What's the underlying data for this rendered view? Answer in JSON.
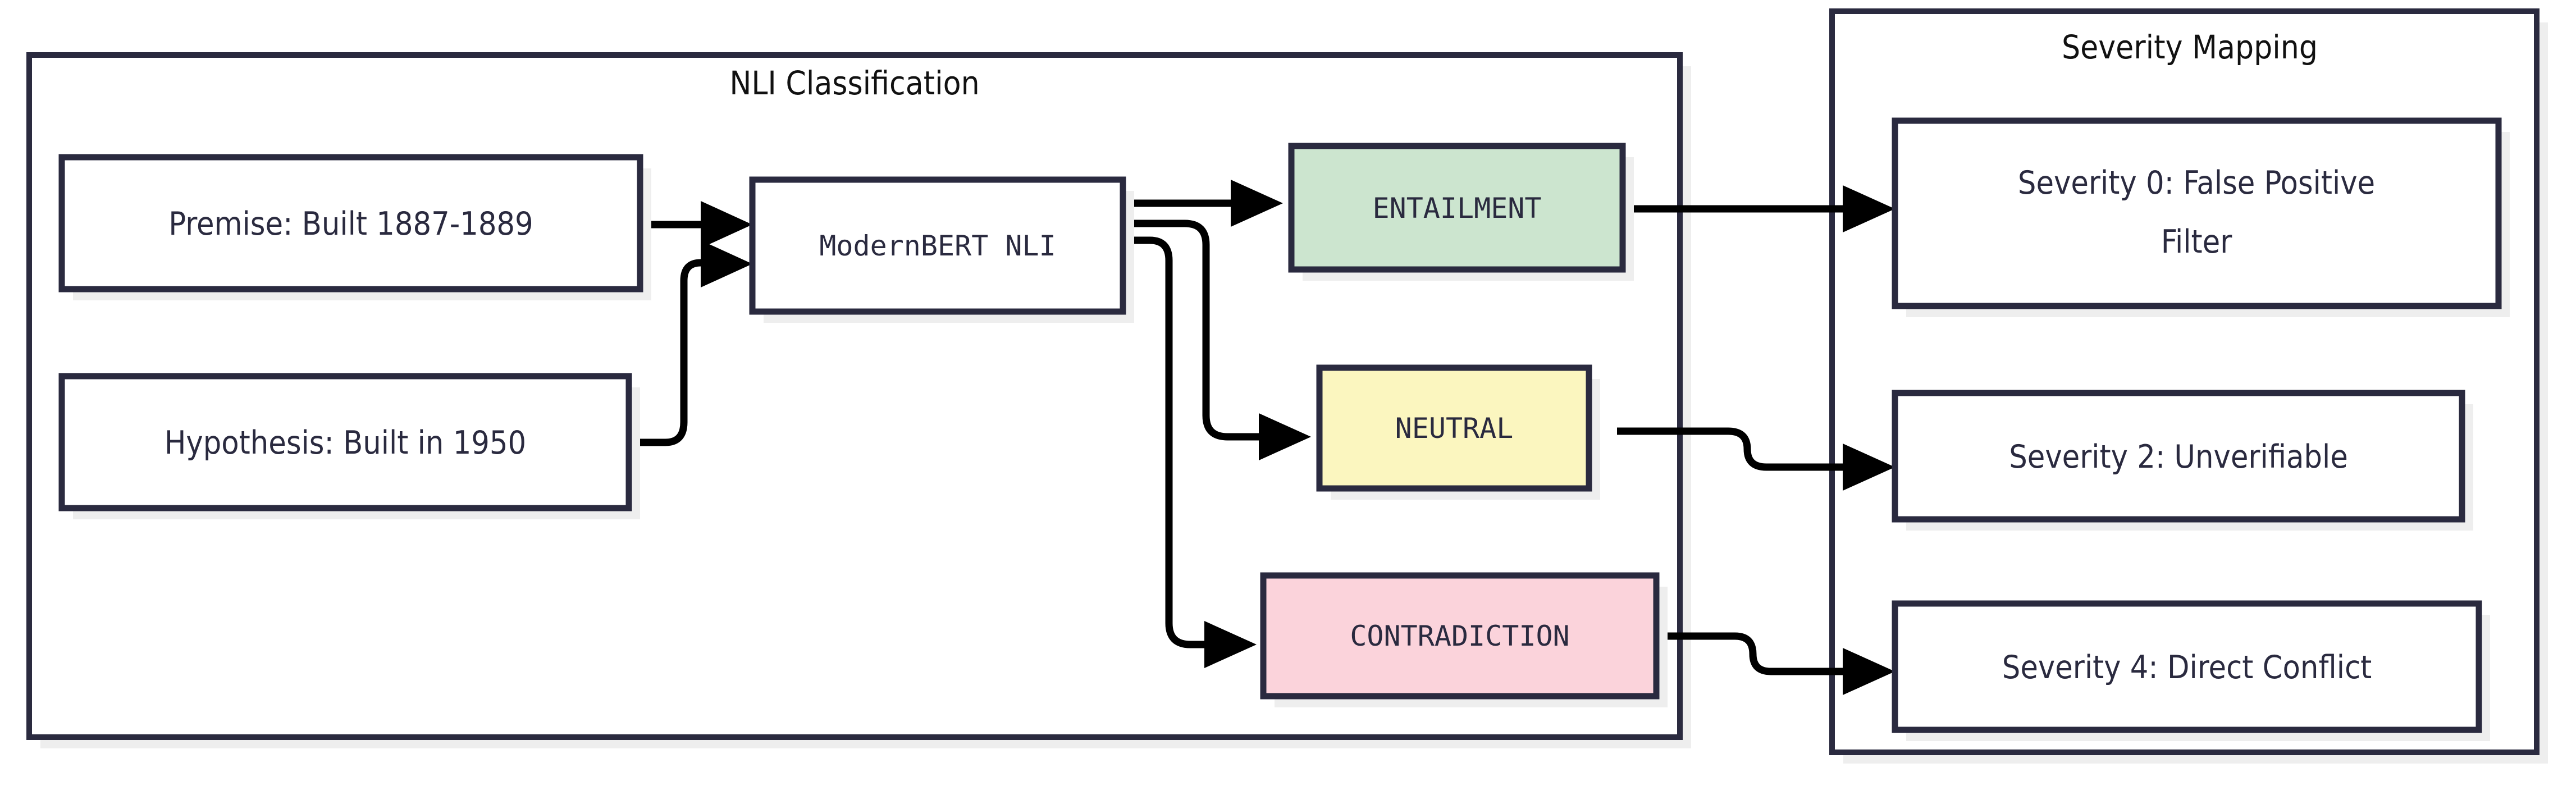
{
  "diagram": {
    "type": "flowchart",
    "direction": "left-to-right",
    "title": null,
    "background": "#ffffff",
    "border_color": "#2a2a3f",
    "shadow_color": "#eeeeee",
    "edge_color": "#000000"
  },
  "subgraphs": [
    {
      "id": "nli",
      "title": "NLI Classification",
      "fill": "#ffffff",
      "stroke": "#2a2a3f"
    },
    {
      "id": "severity",
      "title": "Severity Mapping",
      "fill": "#ffffff",
      "stroke": "#2a2a3f"
    }
  ],
  "nodes": [
    {
      "id": "premise",
      "label": "Premise: Built 1887-1889",
      "subgraph": "nli",
      "fill": "#ffffff",
      "text_color": "#2a2a3f",
      "font": "condensed"
    },
    {
      "id": "hypothesis",
      "label": "Hypothesis: Built in 1950",
      "subgraph": "nli",
      "fill": "#ffffff",
      "text_color": "#2a2a3f",
      "font": "condensed"
    },
    {
      "id": "model",
      "label": "ModernBERT NLI",
      "subgraph": "nli",
      "fill": "#ffffff",
      "text_color": "#2a2a3f",
      "font": "mono"
    },
    {
      "id": "entailment",
      "label": "ENTAILMENT",
      "subgraph": "nli",
      "fill": "#cce5cf",
      "text_color": "#2a2a3f",
      "font": "mono"
    },
    {
      "id": "neutral",
      "label": "NEUTRAL",
      "subgraph": "nli",
      "fill": "#fbf6bf",
      "text_color": "#2a2a3f",
      "font": "mono"
    },
    {
      "id": "contradiction",
      "label": "CONTRADICTION",
      "subgraph": "nli",
      "fill": "#fbd3db",
      "text_color": "#2a2a3f",
      "font": "mono"
    },
    {
      "id": "sev0",
      "label_line1": "Severity 0: False Positive",
      "label_line2": "Filter",
      "subgraph": "severity",
      "fill": "#ffffff",
      "text_color": "#2a2a3f",
      "font": "condensed"
    },
    {
      "id": "sev2",
      "label": "Severity 2: Unverifiable",
      "subgraph": "severity",
      "fill": "#ffffff",
      "text_color": "#2a2a3f",
      "font": "condensed"
    },
    {
      "id": "sev4",
      "label": "Severity 4: Direct Conflict",
      "subgraph": "severity",
      "fill": "#ffffff",
      "text_color": "#2a2a3f",
      "font": "condensed"
    }
  ],
  "edges": [
    {
      "from": "premise",
      "to": "model",
      "label": "",
      "arrow": "triangle"
    },
    {
      "from": "hypothesis",
      "to": "model",
      "label": "",
      "arrow": "triangle"
    },
    {
      "from": "model",
      "to": "entailment",
      "label": "",
      "arrow": "triangle"
    },
    {
      "from": "model",
      "to": "neutral",
      "label": "",
      "arrow": "triangle"
    },
    {
      "from": "model",
      "to": "contradiction",
      "label": "",
      "arrow": "triangle"
    },
    {
      "from": "entailment",
      "to": "sev0",
      "label": "",
      "arrow": "triangle"
    },
    {
      "from": "neutral",
      "to": "sev2",
      "label": "",
      "arrow": "triangle"
    },
    {
      "from": "contradiction",
      "to": "sev4",
      "label": "",
      "arrow": "triangle"
    }
  ]
}
